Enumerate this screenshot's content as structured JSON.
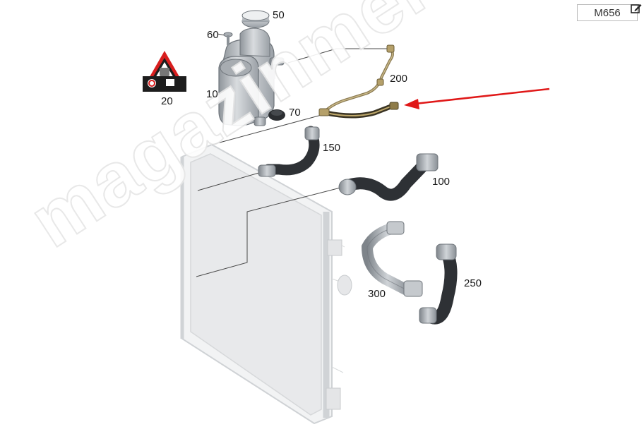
{
  "diagram_code": "M656",
  "parts": {
    "p10": "10",
    "p20": "20",
    "p50": "50",
    "p60": "60",
    "p70": "70",
    "p100": "100",
    "p150": "150",
    "p200": "200",
    "p250": "250",
    "p300": "300"
  },
  "watermark": "magazinmercedes.ru",
  "colors": {
    "arrow": "#e01818",
    "hose": "#2e3135",
    "tank": "#c9ccd0",
    "radiator": "#e9eaec"
  },
  "icons": {
    "edit": "edit-icon",
    "warning": "warning-label-icon"
  }
}
